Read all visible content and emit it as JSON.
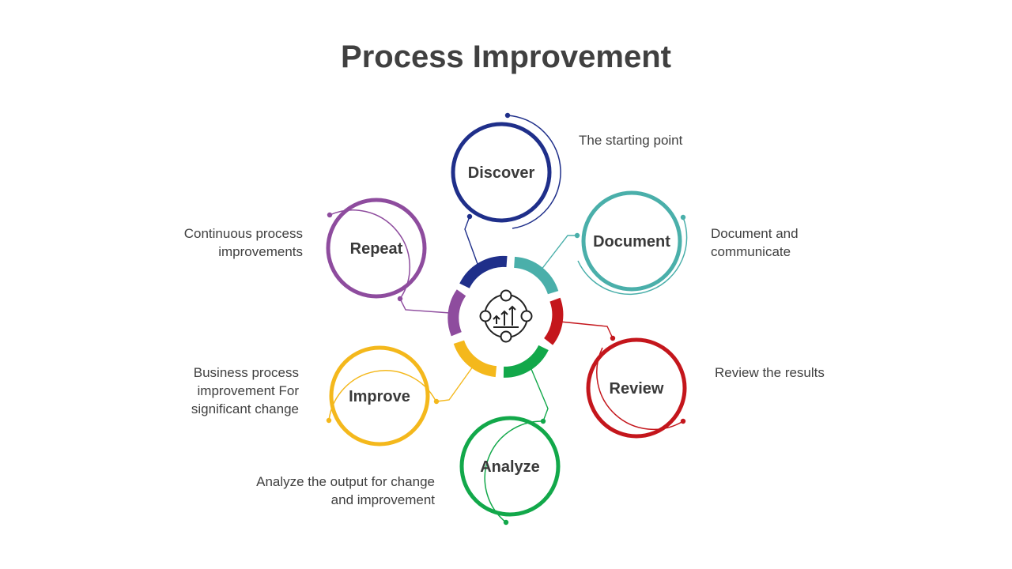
{
  "title": "Process Improvement",
  "colors": {
    "discover": "#1f2f8a",
    "document": "#4aafaa",
    "review": "#c4161c",
    "analyze": "#12a84a",
    "improve": "#f4b81c",
    "repeat": "#8e4c9e"
  },
  "center_icon": "process-improvement-icon",
  "steps": [
    {
      "label": "Discover",
      "description": "The starting point"
    },
    {
      "label": "Document",
      "description": "Document and communicate"
    },
    {
      "label": "Review",
      "description": "Review the results"
    },
    {
      "label": "Analyze",
      "description": "Analyze the output for change and improvement"
    },
    {
      "label": "Improve",
      "description": "Business process improvement For significant change"
    },
    {
      "label": "Repeat",
      "description": "Continuous process improvements"
    }
  ]
}
